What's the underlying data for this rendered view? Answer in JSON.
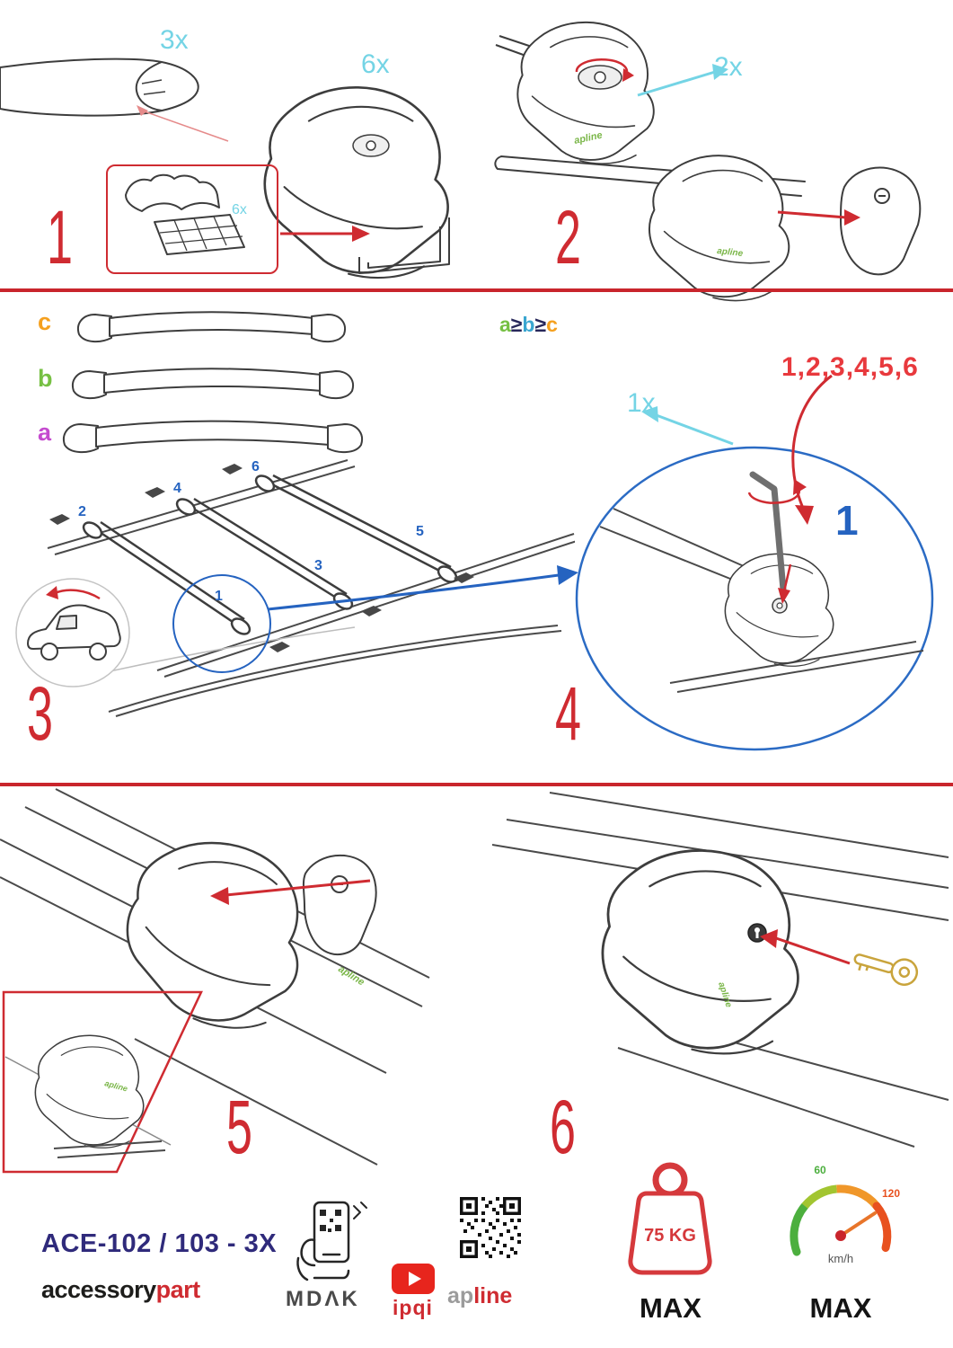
{
  "step1": {
    "number": "1",
    "bar_qty": "3x",
    "foot_qty": "6x",
    "pad_qty": "6x"
  },
  "step2": {
    "number": "2",
    "lock_qty": "2x"
  },
  "step3": {
    "number": "3",
    "bar_a": "a",
    "bar_b": "b",
    "bar_c": "c",
    "pos1": "1",
    "pos2": "2",
    "pos3": "3",
    "pos4": "4",
    "pos5": "5",
    "pos6": "6"
  },
  "step4": {
    "number": "4",
    "key_qty": "1x",
    "sequence": "1,2,3,4,5,6",
    "first": "1",
    "order_a": "a",
    "gte": "≥",
    "order_b": "b",
    "order_c": "c"
  },
  "step5": {
    "number": "5"
  },
  "step6": {
    "number": "6"
  },
  "brand_on_part": "apline",
  "footer": {
    "model": "ACE-102 / 103 - 3X",
    "accessory": "accessory",
    "part": "part",
    "mdak": "MDΛK",
    "ipqi": "ipqi",
    "ap": "ap",
    "line": "line",
    "weight": "75 KG",
    "weight_max": "MAX",
    "speed_low": "60",
    "speed_high": "120",
    "speed_unit": "km/h",
    "speed_max": "MAX"
  },
  "colors": {
    "accent_red": "#cf2b31",
    "callout_cyan": "#74d4e5",
    "marker_blue": "#2563c0",
    "label_orange": "#f5a01e",
    "label_green": "#76c043",
    "label_purple": "#c54bcf",
    "navy": "#2f2a7b",
    "youtube_red": "#e7251d",
    "brand_green": "#7ab648"
  }
}
